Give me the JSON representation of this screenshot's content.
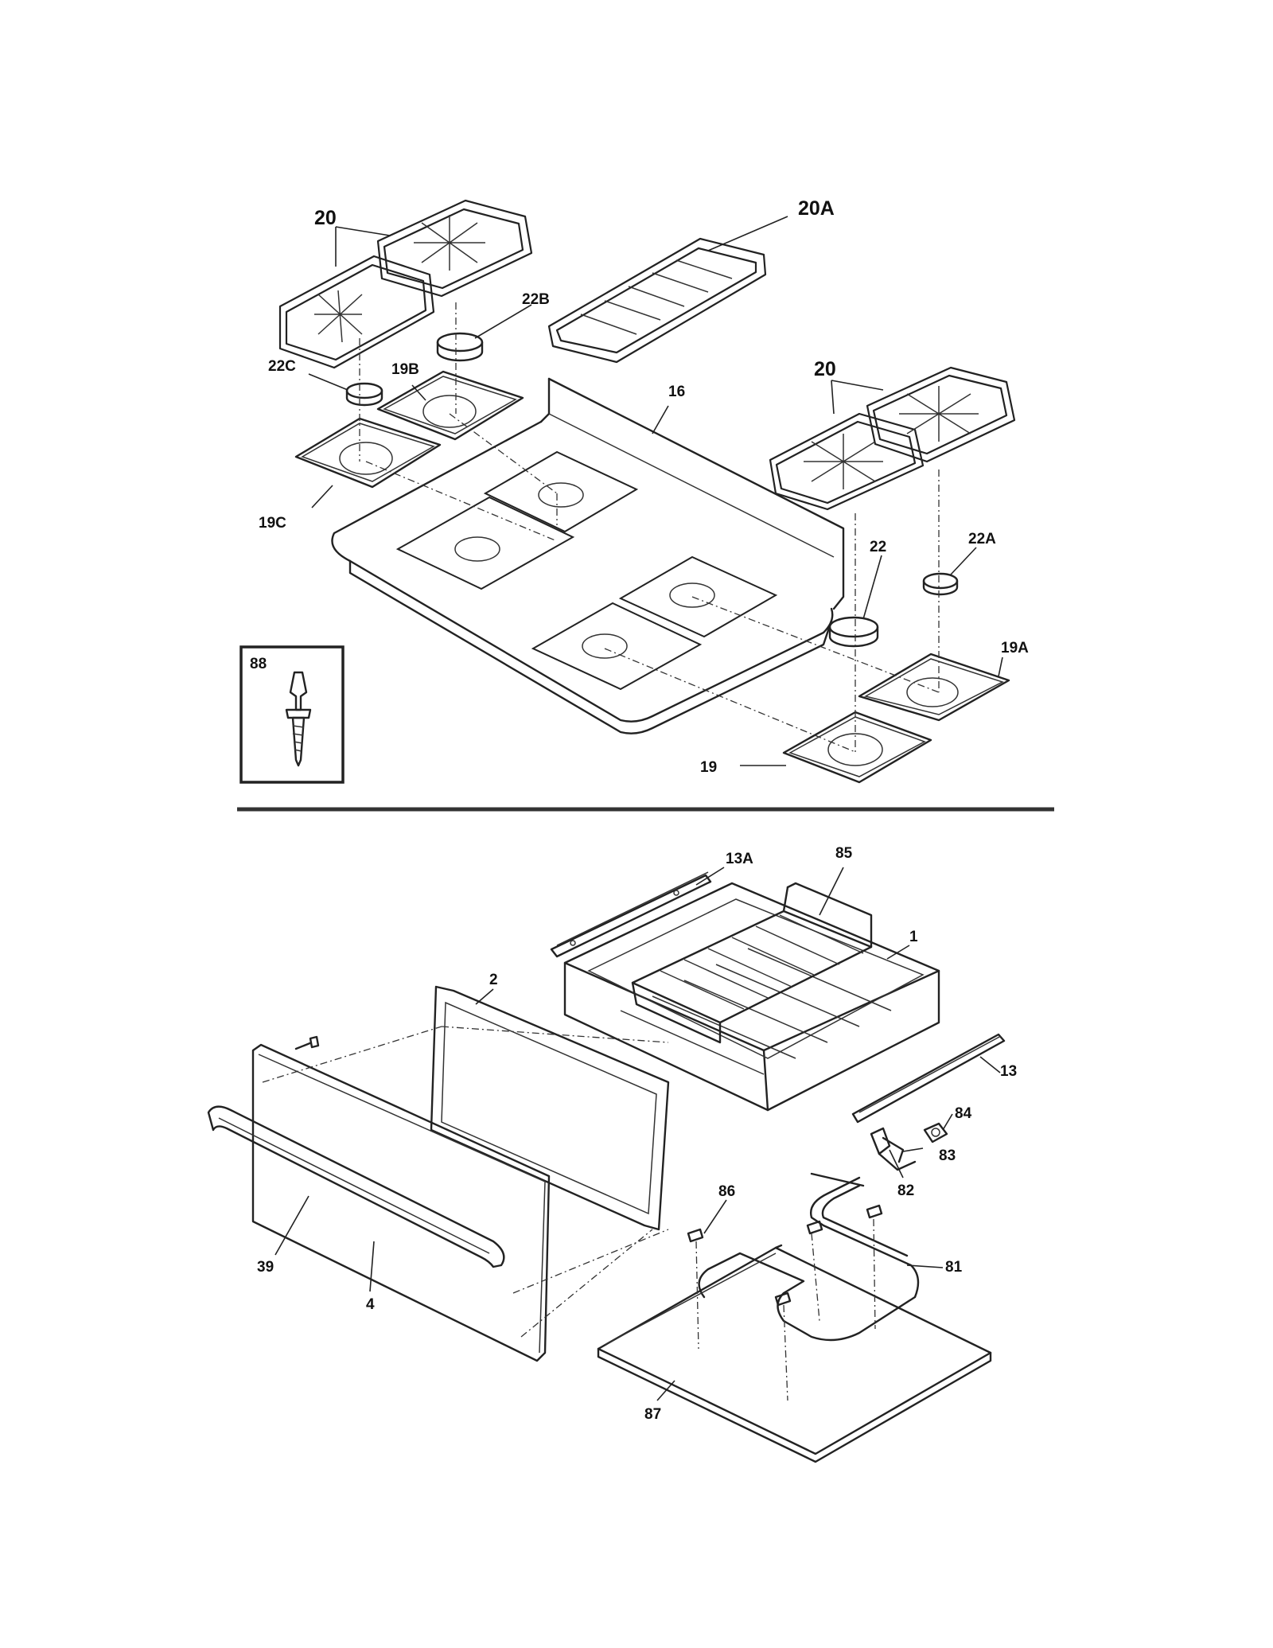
{
  "parts_top": {
    "grates_left": "20",
    "grate_center": "20A",
    "cap_22b": "22B",
    "cap_22c": "22C",
    "pan_19b": "19B",
    "cooktop": "16",
    "grates_right": "20",
    "pan_19c": "19C",
    "cap_22": "22",
    "cap_22a": "22A",
    "pan_19a": "19A",
    "pan_19": "19",
    "screw_88": "88"
  },
  "parts_bottom": {
    "slide_13a": "13A",
    "rack_85": "85",
    "drawer_body_1": "1",
    "drawer_glass_2": "2",
    "slide_13": "13",
    "part_84": "84",
    "part_83": "83",
    "part_82": "82",
    "part_86": "86",
    "element_81": "81",
    "handle_39": "39",
    "panel_4": "4",
    "bottom_87": "87"
  }
}
